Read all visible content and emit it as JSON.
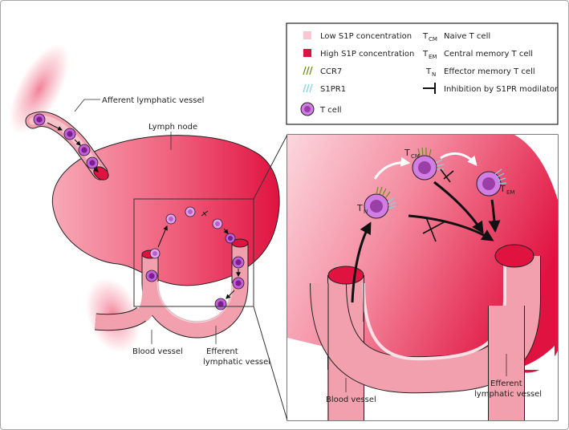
{
  "labels": {
    "afferent": "Afferent lymphatic vessel",
    "lymph_node": "Lymph node",
    "blood_vessel": "Blood vessel",
    "efferent_1": "Efferent",
    "efferent_2": "lymphatic vessel",
    "zoom_blood_vessel": "Blood vessel",
    "zoom_efferent_1": "Efferent",
    "zoom_efferent_2": "lymphatic vessel"
  },
  "legend": {
    "low_s1p": "Low S1P concentration",
    "high_s1p": "High S1P concentration",
    "ccr7": "CCR7",
    "s1pr1": "S1PR1",
    "t_cell": "T cell",
    "tcm_symbol": "T",
    "tcm_sub": "CM",
    "tcm_desc": "Naive T cell",
    "tem_symbol": "T",
    "tem_sub": "EM",
    "tem_desc": "Central memory T cell",
    "tn_symbol": "T",
    "tn_sub": "N",
    "tn_desc": "Effector memory T cell",
    "inhibition": "Inhibition by S1PR modilator"
  },
  "cells": {
    "tn_main": "T",
    "tn_sub": "N",
    "tcm_main": "T",
    "tcm_sub": "CM",
    "tem_main": "T",
    "tem_sub": "EM"
  },
  "colors": {
    "low_s1p": "#f8c7cf",
    "high_s1p": "#e0123f",
    "ccr7": "#6a8c1e",
    "s1pr1": "#7fd3e6",
    "cell_fill": "#d17de4",
    "cell_nucleus": "#9a3ea8",
    "vessel": "#f2a0ad",
    "outline": "#222222"
  }
}
